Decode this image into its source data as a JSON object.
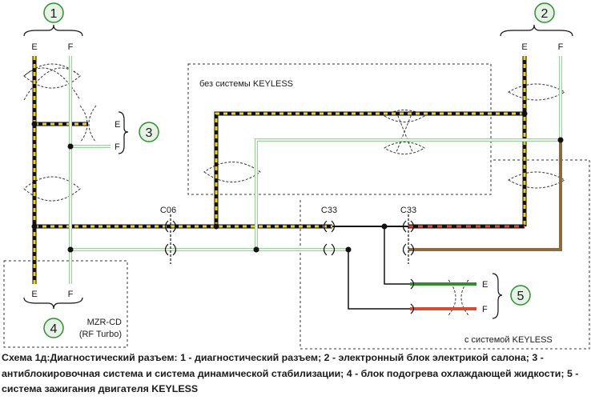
{
  "labels": {
    "wire_e": "E",
    "wire_f": "F",
    "c06": "C06",
    "c33": "C33",
    "without_keyless": "без системы KEYLESS",
    "with_keyless": "с системой KEYLESS",
    "mzr_line1": "MZR-CD",
    "mzr_line2": "(RF Turbo)"
  },
  "callouts": {
    "n1": "1",
    "n2": "2",
    "n3": "3",
    "n4": "4",
    "n5": "5"
  },
  "colors": {
    "wire_black_yellow": "#f2d21e",
    "wire_green_white": "#9fd1a0",
    "wire_brown": "#8c6a3e",
    "wire_green": "#2f8f2f",
    "wire_red": "#d94a38",
    "callout_fill": "#e6f2e6",
    "callout_stroke": "#2f8f2f"
  },
  "caption": "Схема 1д:Диагностический разъем: 1 - диагностический разъем; 2 - электронный блок электрикой салона; 3 - антиблокировочная система и система динамической стабилизации; 4 - блок подогрева охлаждающей жидкости; 5 - система зажигания двигателя KEYLESS"
}
